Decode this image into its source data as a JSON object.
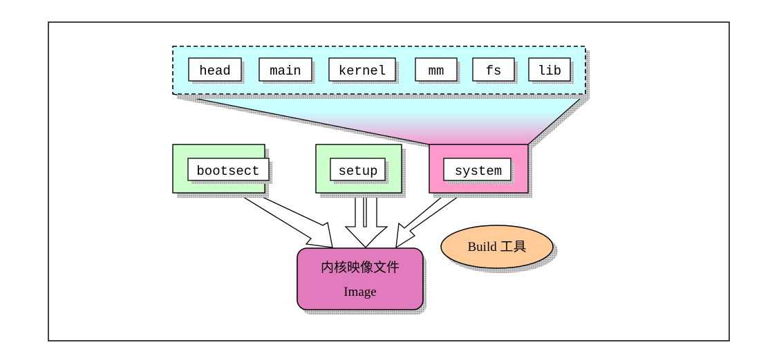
{
  "modules": [
    "head",
    "main",
    "kernel",
    "mm",
    "fs",
    "lib"
  ],
  "components": {
    "bootsect": "bootsect",
    "setup": "setup",
    "system": "system"
  },
  "image": {
    "title": "内核映像文件",
    "subtitle": "Image"
  },
  "tool": {
    "label": "Build 工具"
  },
  "colors": {
    "module_group_fill": "#c9ffff",
    "bootsect_setup_fill": "#ccffcc",
    "system_fill": "#ff99cc",
    "image_fill": "#e27bbd",
    "tool_fill": "#ffcc99",
    "shadow": "#b3b3b3"
  }
}
